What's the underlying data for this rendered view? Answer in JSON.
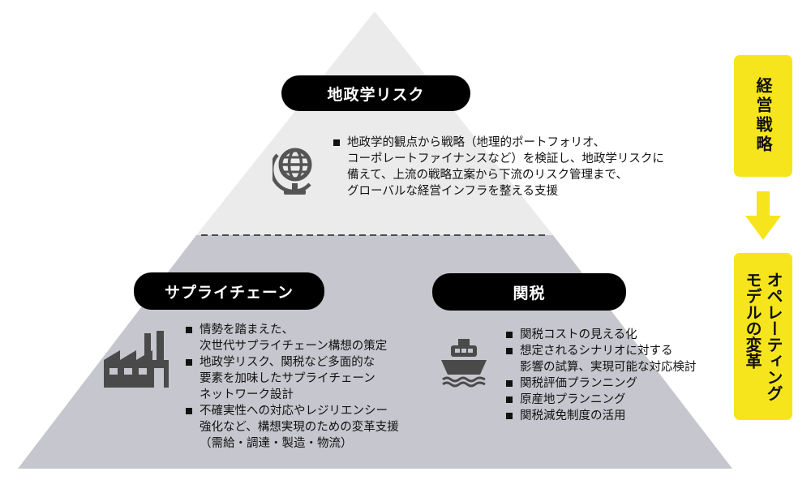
{
  "colors": {
    "top_tier": "#ebebeb",
    "bottom_tier": "#c6c6ce",
    "pill": "#000000",
    "accent": "#f6e51c"
  },
  "top": {
    "title": "地政学リスク",
    "icon": "globe-icon",
    "bullets": [
      "地政学的観点から戦略（地理的ポートフォリオ、\nコーポレートファイナンスなど）を検証し、地政学リスクに\n備えて、上流の戦略立案から下流のリスク管理まで、\nグローバルな経営インフラを整える支援"
    ]
  },
  "left": {
    "title": "サプライチェーン",
    "icon": "factory-icon",
    "bullets": [
      "情勢を踏まえた、\n次世代サプライチェーン構想の策定",
      "地政学リスク、関税など多面的な\n要素を加味したサプライチェーン\nネットワーク設計",
      "不確実性への対応やレジリエンシー\n強化など、構想実現のための変革支援\n（需給・調達・製造・物流）"
    ]
  },
  "right": {
    "title": "関税",
    "icon": "ship-icon",
    "bullets": [
      "関税コストの見える化",
      "想定されるシナリオに対する\n影響の試算、実現可能な対応検討",
      "関税評価プランニング",
      "原産地プランニング",
      "関税減免制度の活用"
    ]
  },
  "side": {
    "strategy": "経営戦略",
    "operating_model": "オペレーティング\nモデルの変革"
  }
}
